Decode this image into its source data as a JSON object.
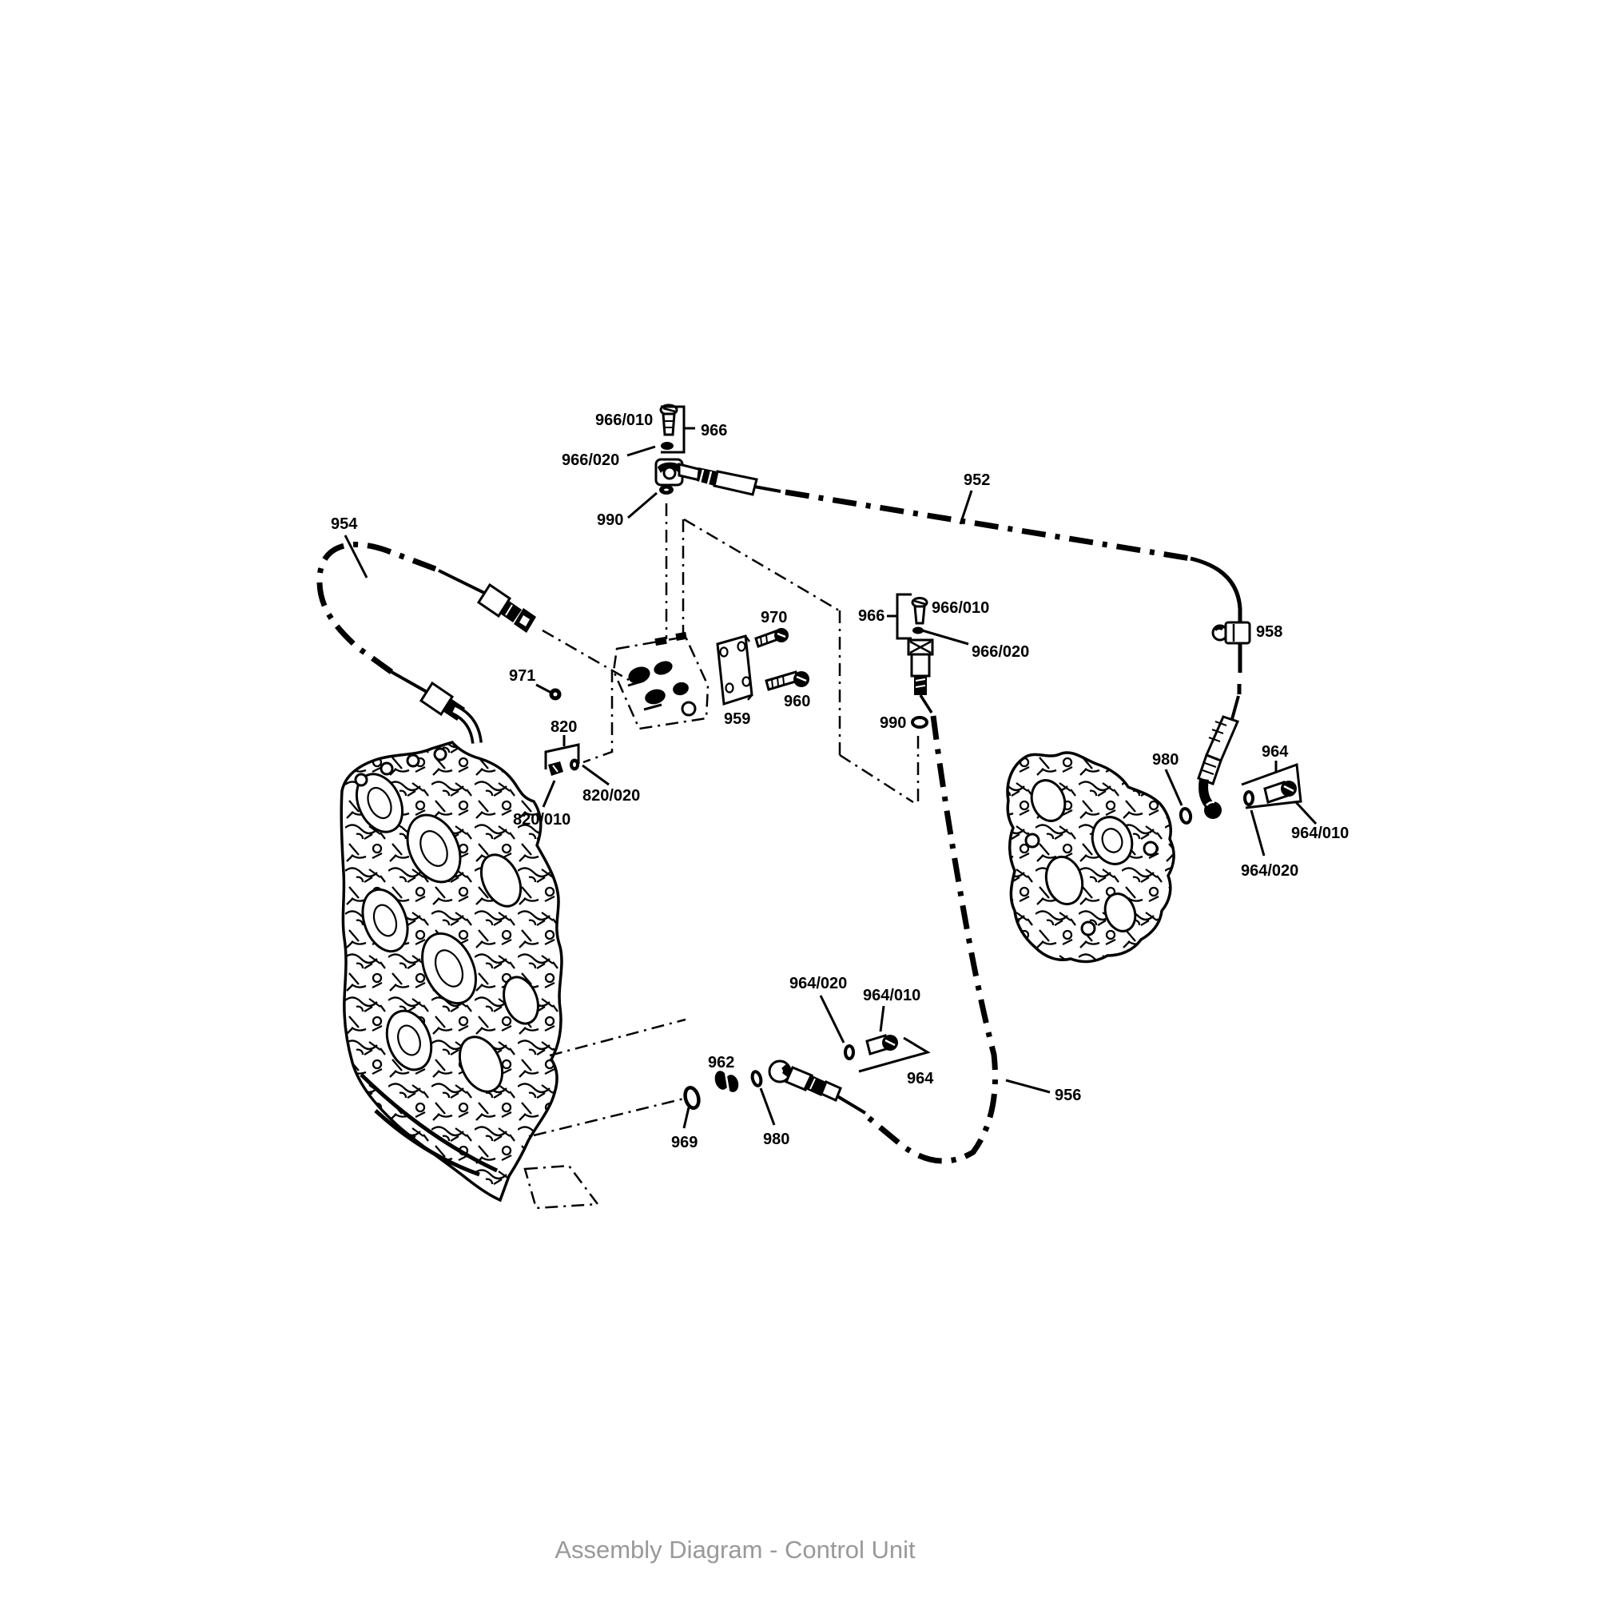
{
  "title": "Assembly Diagram - Control Unit",
  "colors": {
    "line": "#000000",
    "title_text": "#999999",
    "background": "#ffffff"
  },
  "callouts": {
    "n966_010_top": "966/010",
    "n966_top": "966",
    "n966_020_top": "966/020",
    "n990_top": "990",
    "n952": "952",
    "n954": "954",
    "n970": "970",
    "n966_right": "966",
    "n966_010_right": "966/010",
    "n966_020_right": "966/020",
    "n971": "971",
    "n958": "958",
    "n820": "820",
    "n959": "959",
    "n960": "960",
    "n990_right": "990",
    "n980_right": "980",
    "n964_right": "964",
    "n820_020": "820/020",
    "n820_010": "820/010",
    "n964_010_right": "964/010",
    "n964_020_right": "964/020",
    "n964_020_bottom": "964/020",
    "n964_010_bottom": "964/010",
    "n962": "962",
    "n964_bottom": "964",
    "n956": "956",
    "n969": "969",
    "n980_bottom": "980"
  }
}
